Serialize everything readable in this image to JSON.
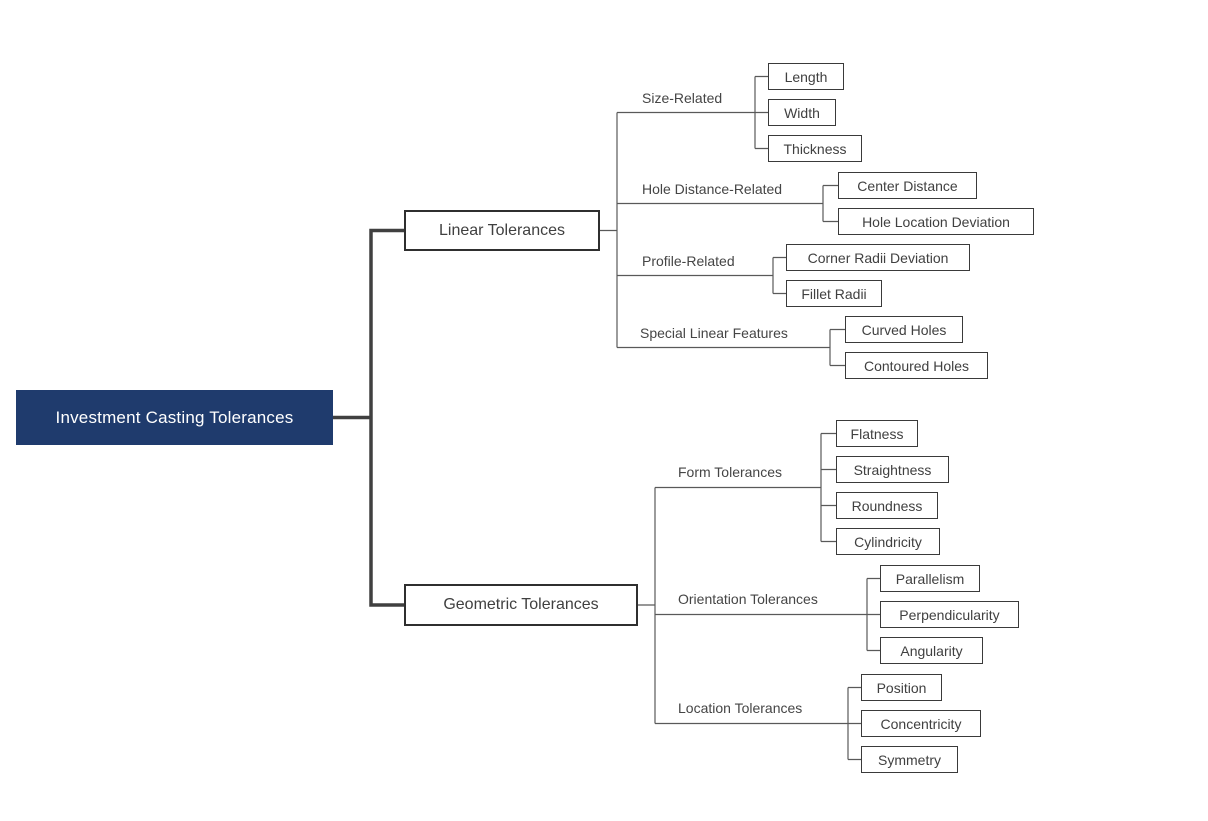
{
  "diagram": {
    "title": "Investment Casting Tolerances mind map",
    "root": {
      "label": "Investment Casting Tolerances"
    },
    "branches": [
      {
        "label": "Linear Tolerances",
        "groups": [
          {
            "label": "Size-Related",
            "children": [
              "Length",
              "Width",
              "Thickness"
            ]
          },
          {
            "label": "Hole Distance-Related",
            "children": [
              "Center Distance",
              "Hole Location Deviation"
            ]
          },
          {
            "label": "Profile-Related",
            "children": [
              "Corner Radii Deviation",
              "Fillet Radii"
            ]
          },
          {
            "label": "Special Linear Features",
            "children": [
              "Curved Holes",
              "Contoured Holes"
            ]
          }
        ]
      },
      {
        "label": "Geometric Tolerances",
        "groups": [
          {
            "label": "Form Tolerances",
            "children": [
              "Flatness",
              "Straightness",
              "Roundness",
              "Cylindricity"
            ]
          },
          {
            "label": "Orientation Tolerances",
            "children": [
              "Parallelism",
              "Perpendicularity",
              "Angularity"
            ]
          },
          {
            "label": "Location Tolerances",
            "children": [
              "Position",
              "Concentricity",
              "Symmetry"
            ]
          }
        ]
      }
    ],
    "colors": {
      "root_fill": "#1f3b6d",
      "root_text": "#ffffff",
      "node_border": "#3a3a3a",
      "node_text": "#404040",
      "connector_thin": "#595959",
      "connector_thick": "#404040",
      "background": "#ffffff"
    }
  }
}
